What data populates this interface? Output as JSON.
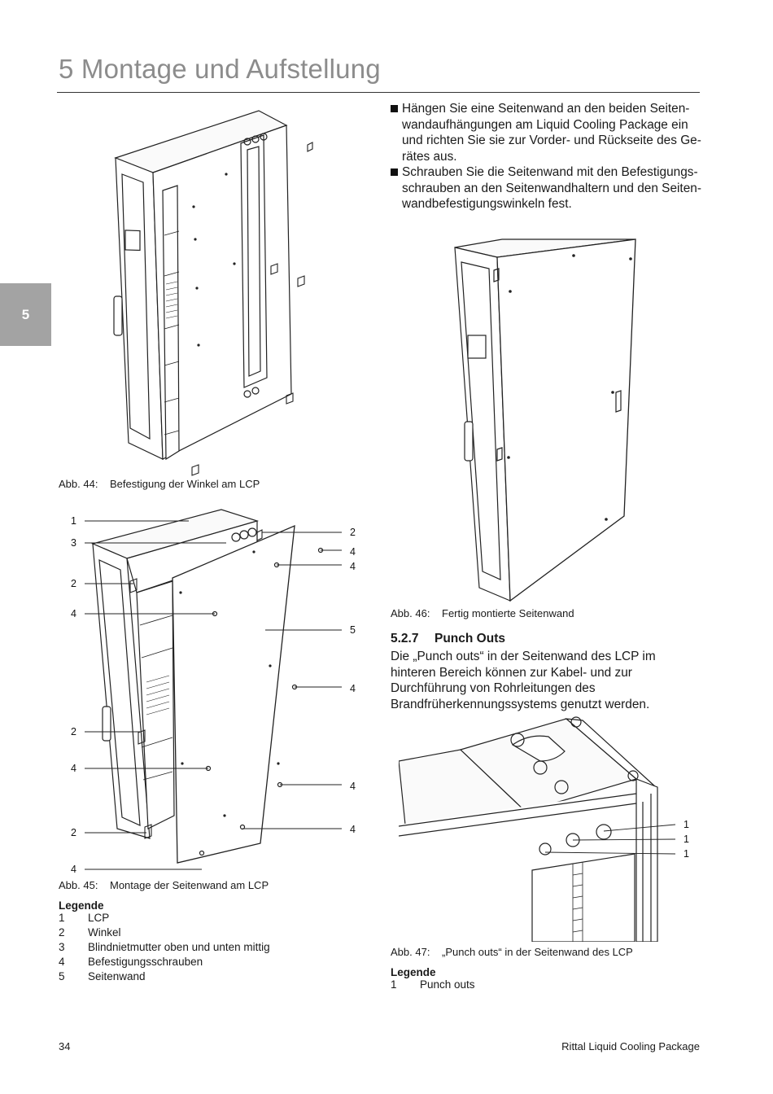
{
  "header": {
    "chapter_title": "5  Montage und Aufstellung"
  },
  "side_tab": {
    "label": "5"
  },
  "instructions": [
    "Hängen Sie eine Seitenwand an den beiden Seiten­wandaufhängungen am Liquid Cooling Package ein und richten Sie sie zur Vorder- und Rückseite des Ge­rätes aus.",
    "Schrauben Sie die Seitenwand mit den Befestigungs­schrauben an den Seitenwandhaltern und den Seiten­wandbefestigungswinkeln fest."
  ],
  "figures": {
    "fig44": {
      "number": "Abb. 44:",
      "caption": "Befestigung der Winkel am LCP"
    },
    "fig45": {
      "number": "Abb. 45:",
      "caption": "Montage der Seitenwand am LCP",
      "callouts_left": [
        "1",
        "3",
        "2",
        "4",
        "2",
        "4",
        "2",
        "4"
      ],
      "callouts_right": [
        "2",
        "4",
        "4",
        "5",
        "4",
        "4",
        "4"
      ]
    },
    "fig46": {
      "number": "Abb. 46:",
      "caption": "Fertig montierte Seitenwand"
    },
    "fig47": {
      "number": "Abb. 47:",
      "caption": "„Punch outs“ in der Seitenwand des LCP",
      "callouts": [
        "1",
        "1",
        "1"
      ]
    }
  },
  "section": {
    "number": "5.2.7",
    "title": "Punch Outs",
    "body": "Die „Punch outs“ in der Seitenwand des LCP im hinteren Bereich können zur Kabel- und zur Durchführung von Rohrleitungen des Brandfrüherkennungssystems ge­nutzt werden."
  },
  "legend_left": {
    "title": "Legende",
    "items": [
      {
        "num": "1",
        "text": "LCP"
      },
      {
        "num": "2",
        "text": "Winkel"
      },
      {
        "num": "3",
        "text": "Blindnietmutter oben und unten mittig"
      },
      {
        "num": "4",
        "text": "Befestigungsschrauben"
      },
      {
        "num": "5",
        "text": "Seitenwand"
      }
    ]
  },
  "legend_right": {
    "title": "Legende",
    "items": [
      {
        "num": "1",
        "text": "Punch outs"
      }
    ]
  },
  "footer": {
    "page_number": "34",
    "product": "Rittal Liquid Cooling Package"
  }
}
